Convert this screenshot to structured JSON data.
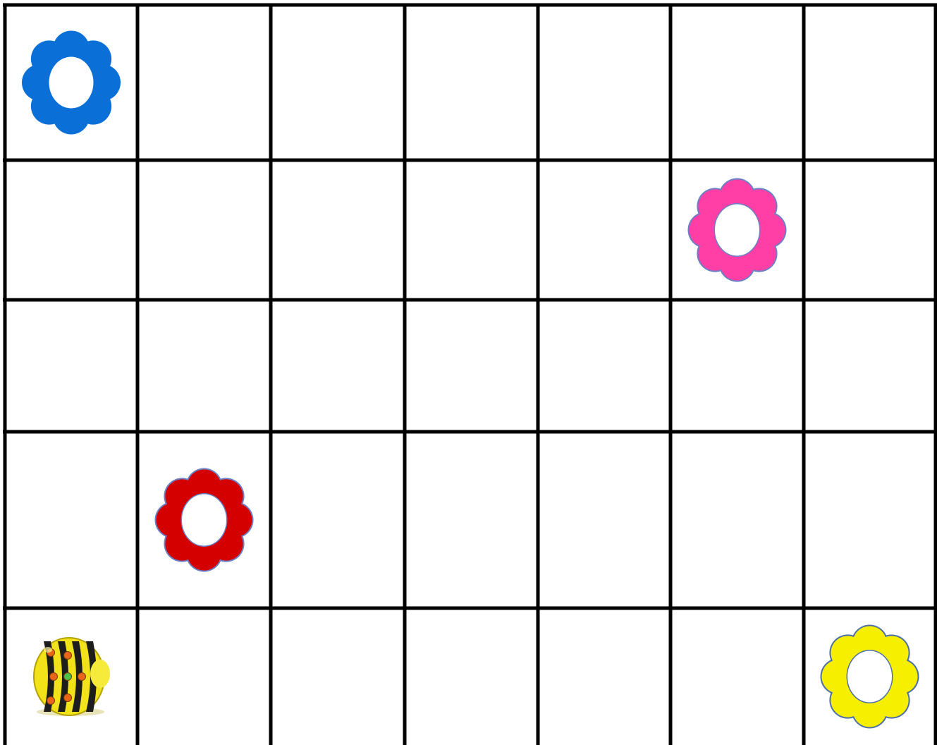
{
  "board": {
    "rows": 5,
    "cols": 7,
    "line_color": "#000000",
    "background": "#ffffff"
  },
  "pieces": [
    {
      "kind": "flower",
      "color_name": "blue",
      "color": "#0a6fd6",
      "outline": "#0a6fd6",
      "row": 1,
      "col": 1
    },
    {
      "kind": "flower",
      "color_name": "pink",
      "color": "#ff3fa6",
      "outline": "#6a7fc4",
      "row": 2,
      "col": 6
    },
    {
      "kind": "flower",
      "color_name": "red",
      "color": "#d40000",
      "outline": "#6a7fc4",
      "row": 4,
      "col": 2
    },
    {
      "kind": "flower",
      "color_name": "yellow",
      "color": "#f7ef00",
      "outline": "#4d6fa8",
      "row": 5,
      "col": 7
    },
    {
      "kind": "bee-bot",
      "color_name": "yellow",
      "color": "#f2e21a",
      "row": 5,
      "col": 1
    }
  ]
}
